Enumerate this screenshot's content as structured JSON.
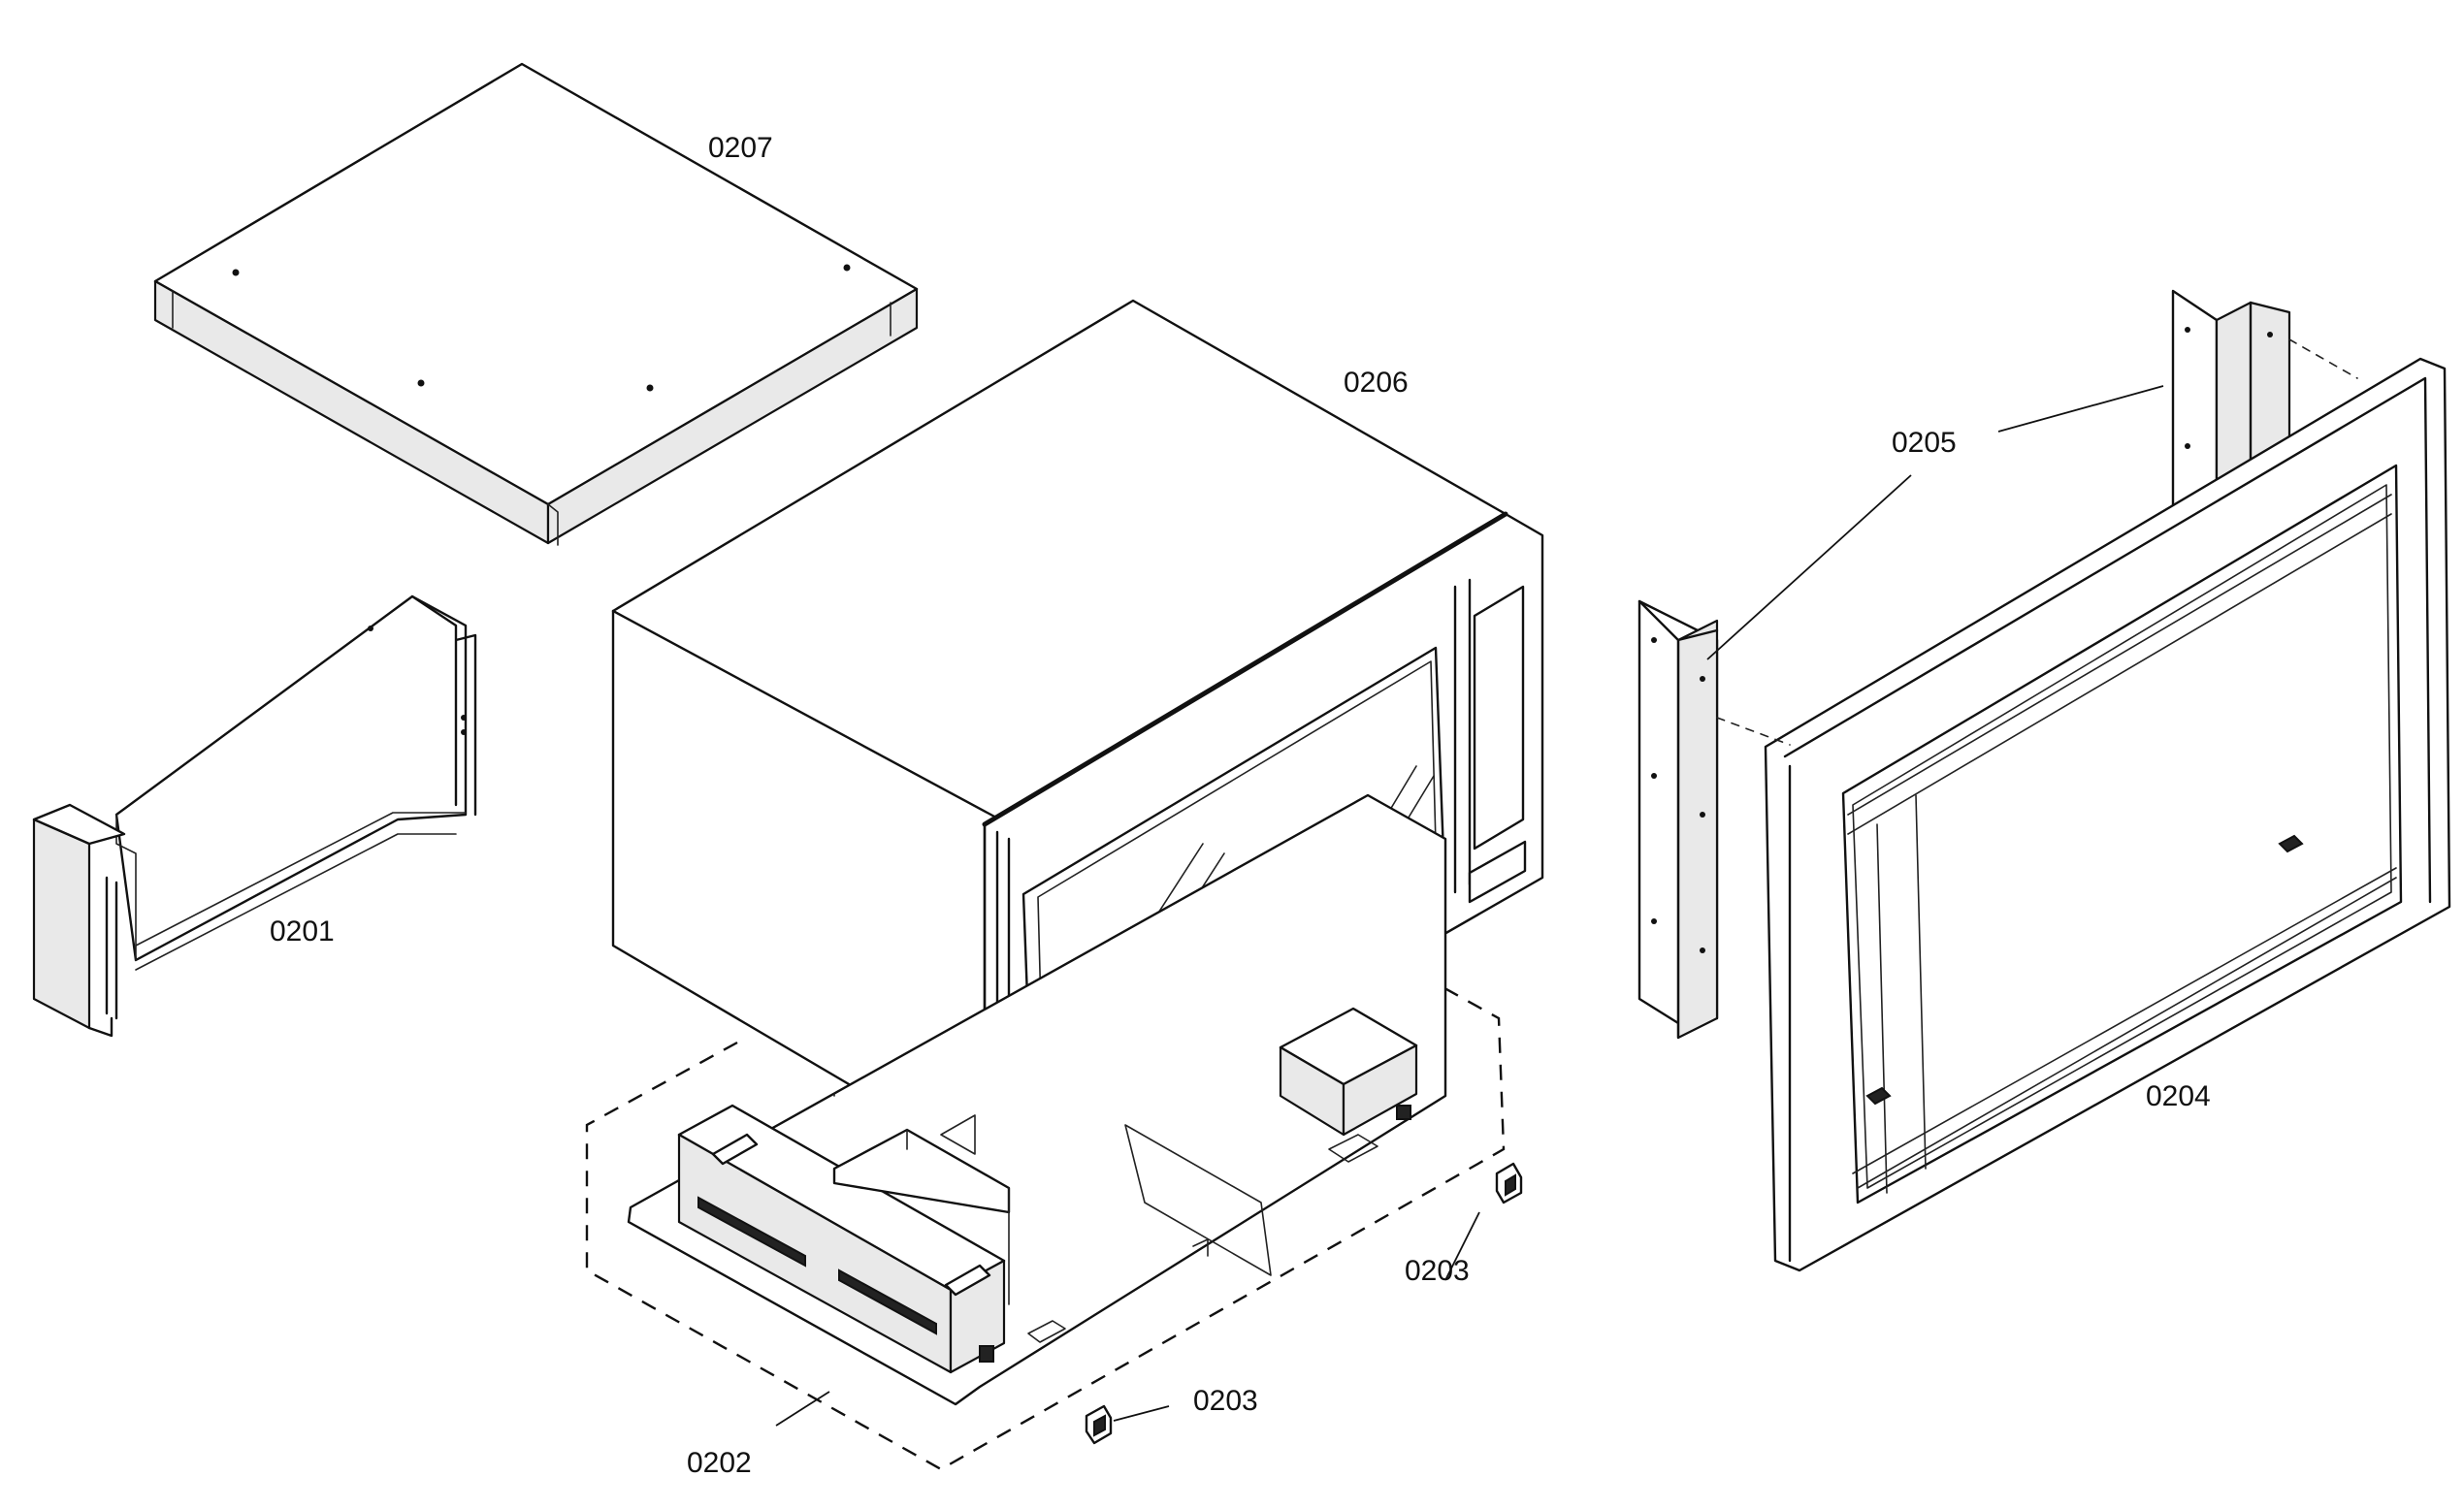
{
  "parts": [
    {
      "id": "top-cover",
      "label": "0207"
    },
    {
      "id": "microwave-oven",
      "label": "0206"
    },
    {
      "id": "left-side-bracket",
      "label": "0201"
    },
    {
      "id": "mounting-base-plate",
      "label": "0202"
    },
    {
      "id": "mounting-clip-right",
      "label": "0203"
    },
    {
      "id": "mounting-clip-bottom",
      "label": "0203"
    },
    {
      "id": "trim-frame",
      "label": "0204"
    },
    {
      "id": "side-brackets",
      "label": "0205"
    }
  ]
}
